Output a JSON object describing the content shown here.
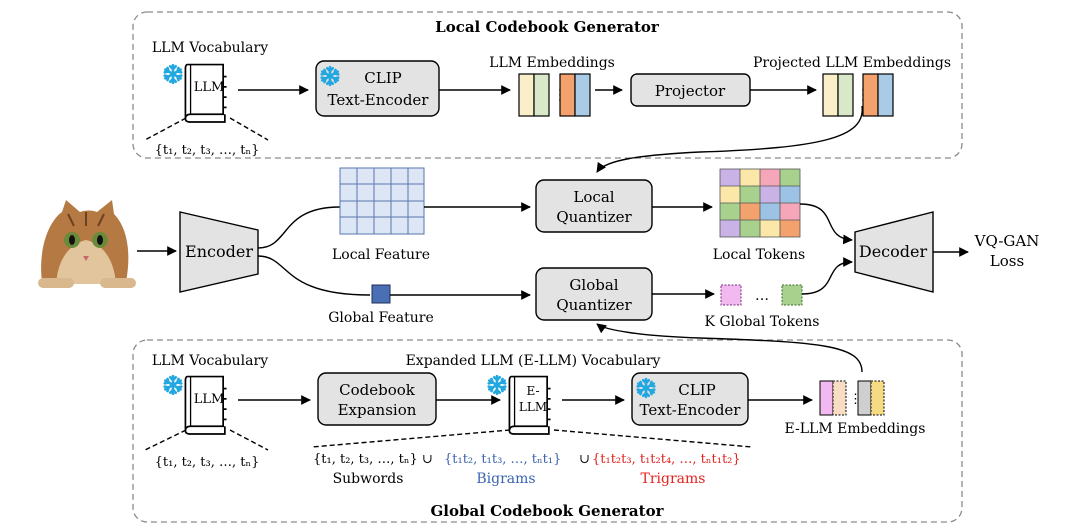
{
  "sections": {
    "top_title": "Local Codebook Generator",
    "bottom_title": "Global Codebook Generator"
  },
  "local_gen": {
    "vocab_label": "LLM Vocabulary",
    "book_label": "LLM",
    "vocab_set": "{t₁, t₂, t₃, …, tₙ}",
    "clip_line1": "CLIP",
    "clip_line2": "Text-Encoder",
    "emb_label": "LLM Embeddings",
    "projector": "Projector",
    "proj_emb_label": "Projected LLM Embeddings"
  },
  "middle": {
    "encoder": "Encoder",
    "local_feature": "Local Feature",
    "global_feature": "Global Feature",
    "local_q1": "Local",
    "local_q2": "Quantizer",
    "global_q1": "Global",
    "global_q2": "Quantizer",
    "local_tokens": "Local Tokens",
    "global_tokens": "K Global Tokens",
    "global_dots": "…",
    "decoder": "Decoder",
    "loss1": "VQ-GAN",
    "loss2": "Loss"
  },
  "global_gen": {
    "vocab_label": "LLM Vocabulary",
    "book_label": "LLM",
    "vocab_set": "{t₁, t₂, t₃, …, tₙ}",
    "expansion1": "Codebook",
    "expansion2": "Expansion",
    "ellm_title": "Expanded LLM (E-LLM) Vocabulary",
    "ellm_book1": "E-",
    "ellm_book2": "LLM",
    "clip_line1": "CLIP",
    "clip_line2": "Text-Encoder",
    "ellm_emb": "E-LLM Embeddings",
    "subwords_set": "{t₁, t₂, t₃, …, tₙ} ∪",
    "bigrams_set": "{t₁t₂, t₁t₃, …, tₙt₁}",
    "union2": "∪",
    "trigrams_set": "{t₁t₂t₃, t₁t₂t₄, …, tₙt₁t₂}",
    "subwords": "Subwords",
    "bigrams": "Bigrams",
    "trigrams": "Trigrams"
  },
  "colors": {
    "box_fill": "#e3e3e3",
    "bigram_blue": "#3a64b0",
    "trigram_red": "#e3231f",
    "snow_blue": "#22a7e0",
    "feature_blue": "#4a6fb5"
  },
  "icons": {
    "frozen": "snowflake-icon",
    "vocabulary": "book-icon",
    "input_image": "cat-image"
  }
}
